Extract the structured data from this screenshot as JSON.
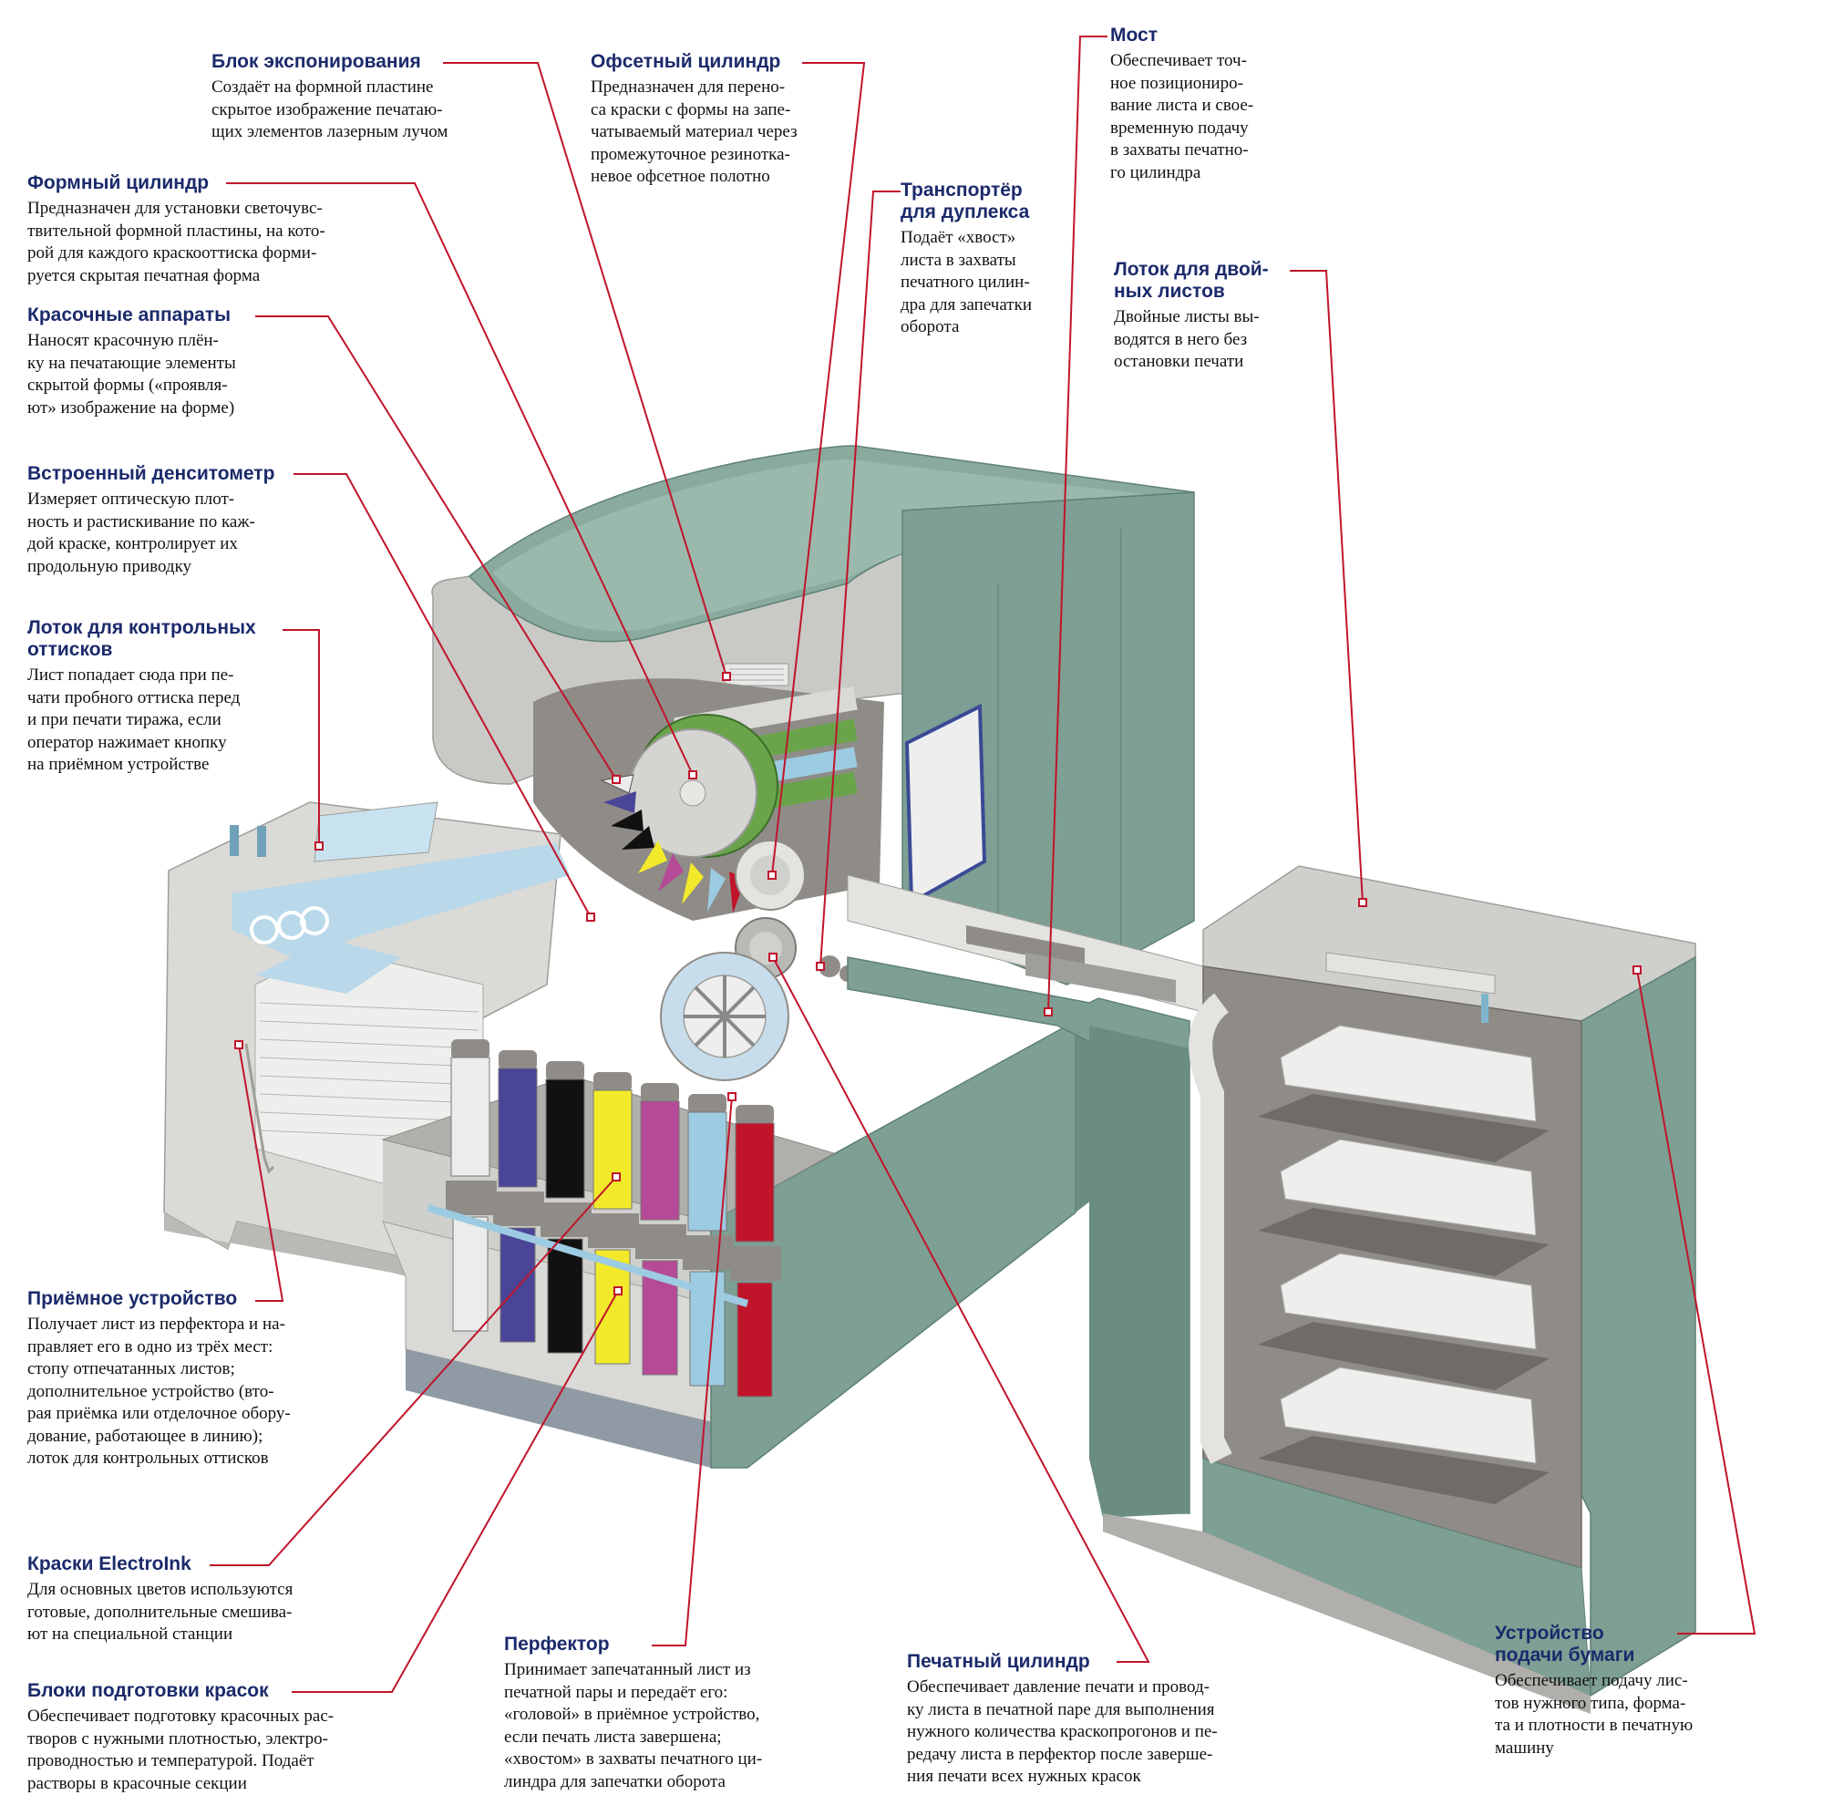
{
  "colors": {
    "leader": "#c0142b",
    "title": "#1b2a6b",
    "body_green": "#7e9f93",
    "green_dark": "#6b8d81",
    "grey_light": "#dadad7",
    "grey_mid": "#b9b9b5",
    "grey_dark": "#8f8c88"
  },
  "inks": [
    {
      "name": "white",
      "color": "#ececec"
    },
    {
      "name": "violet",
      "color": "#4b4597"
    },
    {
      "name": "black",
      "color": "#111111"
    },
    {
      "name": "yellow",
      "color": "#f2e92a"
    },
    {
      "name": "magenta",
      "color": "#b54a96"
    },
    {
      "name": "light-blue",
      "color": "#9ccbe2"
    },
    {
      "name": "red",
      "color": "#c0142b"
    }
  ],
  "callouts": [
    {
      "id": "exposure",
      "title": "Блок экспонирования",
      "text": "Создаёт на формной пластине\nскрытое изображение печатаю-\nщих элементов лазерным лучом"
    },
    {
      "id": "plate-cylinder",
      "title": "Формный цилиндр",
      "text": "Предназначен для установки светочувс-\nтвительной формной пластины, на кото-\nрой для каждого краскооттиска форми-\nруется скрытая печатная форма"
    },
    {
      "id": "inking",
      "title": "Красочные аппараты",
      "text": "Наносят красочную плён-\nку на печатающие элементы\nскрытой формы («проявля-\nют» изображение на форме)"
    },
    {
      "id": "densitometer",
      "title": "Встроенный денситометр",
      "text": "Измеряет оптическую плот-\nность и растискивание по каж-\nдой краске, контролирует их\nпродольную приводку"
    },
    {
      "id": "proof-tray",
      "title": "Лоток для контрольных\nоттисков",
      "text": "Лист попадает сюда при пе-\nчати пробного оттиска перед\nи при печати тиража, если\nоператор нажимает кнопку\nна приёмном устройстве"
    },
    {
      "id": "delivery",
      "title": "Приёмное устройство",
      "text": "Получает лист из перфектора и на-\nправляет его в одно из трёх мест:\nстопу отпечатанных листов;\nдополнительное устройство (вто-\nрая приёмка или отделочное обору-\nдование, работающее в линию);\nлоток для контрольных оттисков"
    },
    {
      "id": "electroink",
      "title": "Краски ElectroInk",
      "text": "Для основных цветов используются\nготовые, дополнительные смешива-\nют на специальной станции"
    },
    {
      "id": "ink-prep",
      "title": "Блоки подготовки красок",
      "text": "Обеспечивает подготовку красочных рас-\nтворов с нужными плотностью, электро-\nпроводностью и температурой. Подаёт\nрастворы в красочные секции"
    },
    {
      "id": "offset-cylinder",
      "title": "Офсетный цилиндр",
      "text": "Предназначен для перено-\nса краски с формы на запе-\nчатываемый материал через\nпромежуточное резинотка-\nневое офсетное полотно"
    },
    {
      "id": "duplex",
      "title": "Транспортёр\nдля дуплекса",
      "text": "Подаёт «хвост»\nлиста в захваты\nпечатного цилин-\nдра для запечатки\nоборота"
    },
    {
      "id": "bridge",
      "title": "Мост",
      "text": "Обеспечивает точ-\nное позициониро-\nвание листа и свое-\nвременную подачу\nв захваты печатно-\nго цилиндра"
    },
    {
      "id": "double-tray",
      "title": "Лоток для двой-\nных листов",
      "text": "Двойные листы вы-\nводятся в него без\nостановки печати"
    },
    {
      "id": "perfector",
      "title": "Перфектор",
      "text": "Принимает запечатанный лист из\nпечатной пары и передаёт его:\n«головой» в приёмное устройство,\nесли печать листа завершена;\n«хвостом» в захваты печатного ци-\nлиндра для запечатки оборота"
    },
    {
      "id": "impression-cylinder",
      "title": "Печатный цилиндр",
      "text": "Обеспечивает давление печати и провод-\nку листа в печатной паре для выполнения\nнужного количества краскопрогонов и пе-\nредачу листа в перфектор после заверше-\nния печати всех нужных красок"
    },
    {
      "id": "feeder",
      "title": "Устройство\nподачи бумаги",
      "text": "Обеспечивает подачу лис-\nтов нужного типа, форма-\nта и плотности в печатную\nмашину"
    }
  ]
}
